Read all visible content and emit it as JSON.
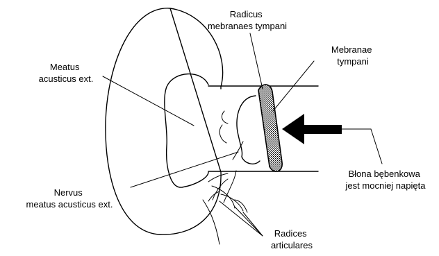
{
  "labels": {
    "radicus_membranae": [
      "Radicus",
      "mebranaes tympani"
    ],
    "mebranae_tympani": [
      "Mebranae",
      "tympani"
    ],
    "meatus": [
      "Meatus",
      "acusticus ext."
    ],
    "nervus": [
      "Nervus",
      "meatus acusticus ext."
    ],
    "blona": [
      "Błona bębenkowa",
      "jest mocniej napięta"
    ],
    "radices": [
      "Radices",
      "articulares"
    ]
  }
}
